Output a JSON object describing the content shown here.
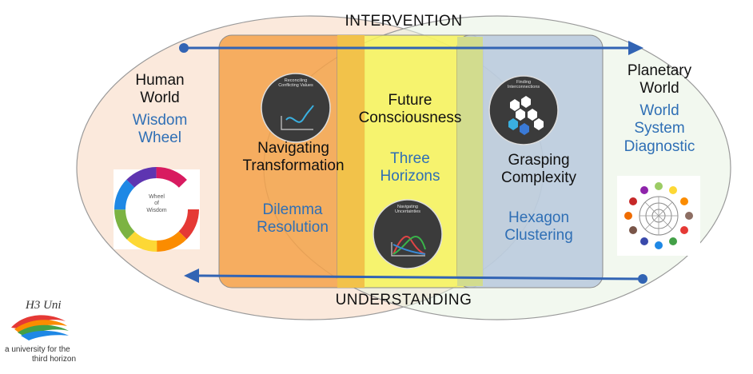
{
  "header": {
    "top": "INTERVENTION",
    "bottom": "UNDERSTANDING"
  },
  "left": {
    "title": "Human\nWorld",
    "tool": "Wisdom\nWheel",
    "wheel_caption": "Wheel\nof\nWisdom"
  },
  "right": {
    "title": "Planetary\nWorld",
    "tool": "World\nSystem\nDiagnostic"
  },
  "center": {
    "title": "Future\nConsciousness",
    "tool": "Three\nHorizons",
    "icon_caption": "Navigating\nUncertainties"
  },
  "left_box": {
    "title": "Navigating\nTransformation",
    "tool": "Dilemma\nResolution",
    "icon_caption": "Reconciling\nConflicting Values"
  },
  "right_box": {
    "title": "Grasping\nComplexity",
    "tool": "Hexagon\nClustering",
    "icon_caption": "Finding\nInterconnections"
  },
  "logo": {
    "mark": "H3 Uni",
    "line1": "a university for the",
    "line2": "third horizon"
  },
  "colors": {
    "left_oval": "#fbe9dc",
    "right_oval": "#e8f2e2",
    "orange_box": "#f4a24a",
    "yellow_box": "#f7f35a",
    "blue_box": "#b9c9dd",
    "arrow": "#3264b4",
    "blue_text": "#2f6fb5"
  }
}
